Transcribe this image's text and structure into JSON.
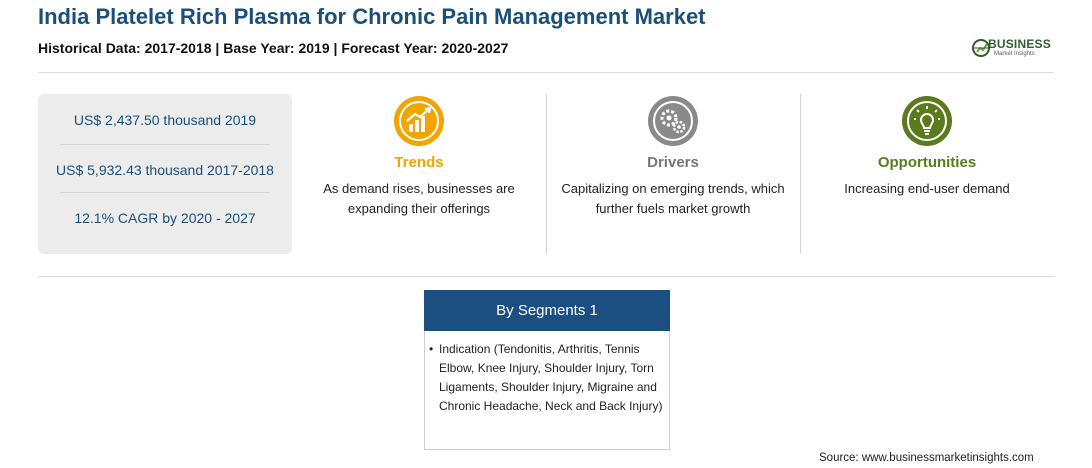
{
  "header": {
    "title": "India Platelet Rich Plasma for Chronic Pain Management Market",
    "subtitle": "Historical Data: 2017-2018 | Base Year: 2019 | Forecast Year: 2020-2027"
  },
  "logo": {
    "word": "BUSINESS",
    "tagline": "Market Insights"
  },
  "stats": [
    "US$ 2,437.50 thousand 2019",
    "US$ 5,932.43 thousand 2017-2018",
    "12.1% CAGR by 2020 - 2027"
  ],
  "columns": [
    {
      "heading": "Trends",
      "text": "As demand rises, businesses are expanding their offerings",
      "icon": "trend-chart-icon",
      "color": "#f0a500"
    },
    {
      "heading": "Drivers",
      "text": "Capitalizing on emerging trends, which further fuels market growth",
      "icon": "gears-icon",
      "color": "#777777"
    },
    {
      "heading": "Opportunities",
      "text": "Increasing end-user demand",
      "icon": "lightbulb-icon",
      "color": "#5b7a1e"
    }
  ],
  "segments": {
    "heading": "By Segments 1",
    "items": [
      "Indication (Tendonitis, Arthritis, Tennis Elbow, Knee Injury, Shoulder Injury, Torn Ligaments, Shoulder Injury, Migraine and Chronic Headache, Neck and Back Injury)"
    ]
  },
  "source": "Source: www.businessmarketinsights.com",
  "colors": {
    "brand_blue": "#1b4f7a",
    "segment_header": "#1b4f82"
  }
}
